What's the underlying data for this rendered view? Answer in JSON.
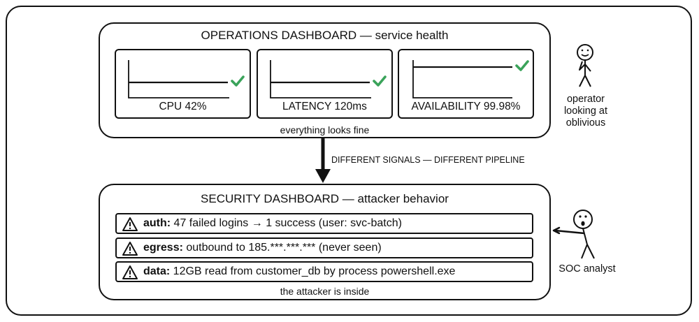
{
  "ops": {
    "title": "OPERATIONS DASHBOARD — service health",
    "caption": "everything looks fine",
    "metrics": [
      {
        "label": "CPU 42%",
        "status_icon": "checkmark-icon"
      },
      {
        "label": "LATENCY 120ms",
        "status_icon": "checkmark-icon"
      },
      {
        "label": "AVAILABILITY 99.98%",
        "status_icon": "checkmark-icon"
      }
    ]
  },
  "arrow_label": "DIFFERENT SIGNALS — DIFFERENT PIPELINE",
  "sec": {
    "title": "SECURITY DASHBOARD — attacker behavior",
    "caption": "the attacker is inside",
    "alerts": [
      {
        "key": "auth:",
        "text": " 47 failed logins → 1 success (user: svc-batch)"
      },
      {
        "key": "egress:",
        "text": " outbound to 185.***.***.*** (never seen)"
      },
      {
        "key": "data:",
        "text": " 12GB read from customer_db by process powershell.exe"
      }
    ]
  },
  "operator": {
    "lines": [
      "operator",
      "looking at",
      "oblivious"
    ]
  },
  "analyst": {
    "lines": [
      "SOC analyst"
    ]
  },
  "colors": {
    "check": "#3aa35a",
    "stroke": "#111111"
  }
}
